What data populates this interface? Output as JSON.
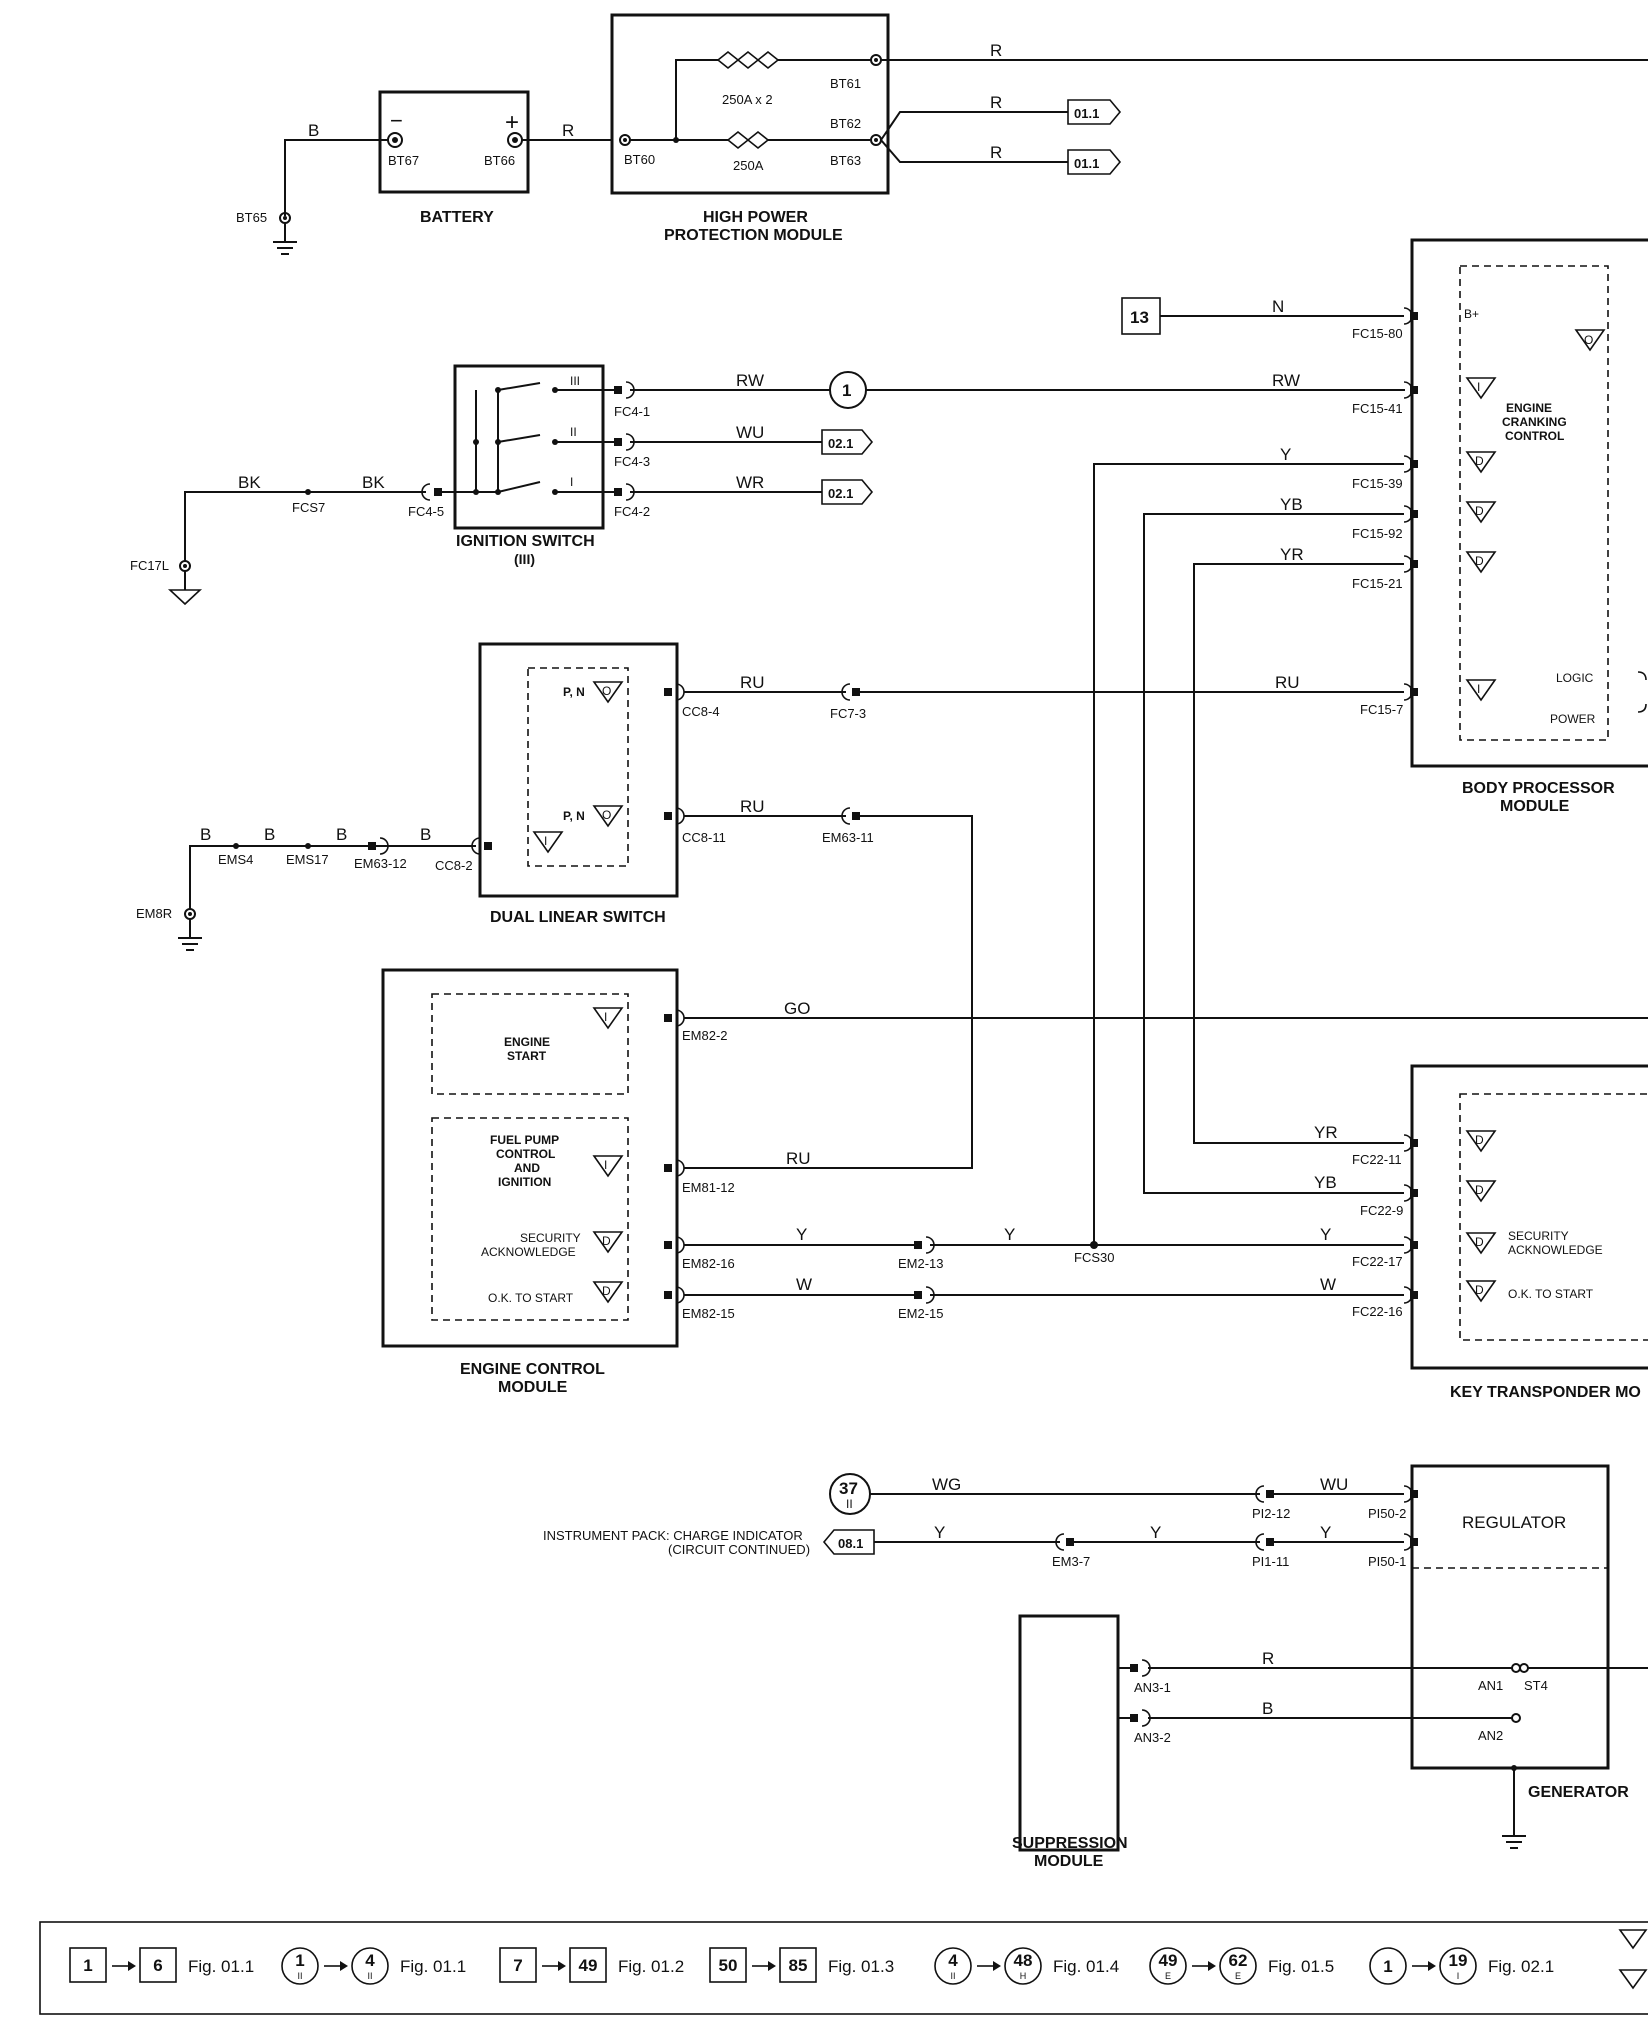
{
  "battery": {
    "title": "BATTERY",
    "neg_pin": "BT67",
    "pos_pin": "BT66",
    "ground": "BT65",
    "neg_wire": "B",
    "pos_wire": "R",
    "neg_symbol": "−",
    "pos_symbol": "+"
  },
  "hppm": {
    "title1": "HIGH POWER",
    "title2": "PROTECTION MODULE",
    "in_pin": "BT60",
    "fuse_a": "250A x 2",
    "fuse_b": "250A",
    "out1": "BT61",
    "out2": "BT62",
    "out3": "BT63",
    "w1": "R",
    "w2": "R",
    "w3": "R",
    "ref1": "01.1",
    "ref2": "01.1"
  },
  "ignition": {
    "title1": "IGNITION SWITCH",
    "title2": "(III)",
    "pin1": "FC4-1",
    "pin3": "FC4-3",
    "pin2": "FC4-2",
    "pin5": "FC4-5",
    "pos3": "III",
    "pos2": "II",
    "pos1": "I",
    "w1": "RW",
    "w3": "WU",
    "w2": "WR",
    "splice": "FCS7",
    "ground": "FC17L",
    "gw1": "BK",
    "gw2": "BK",
    "ref_circle": "1",
    "ref_a": "02.1",
    "ref_b": "02.1"
  },
  "bpm": {
    "title1": "BODY PROCESSOR",
    "title2": "MODULE",
    "inner1": "ENGINE",
    "inner2": "CRANKING",
    "inner3": "CONTROL",
    "bplus": "B+",
    "logic": "LOGIC",
    "power": "POWER",
    "p80": "FC15-80",
    "p41": "FC15-41",
    "p39": "FC15-39",
    "p92": "FC15-92",
    "p21": "FC15-21",
    "p7": "FC15-7",
    "wN": "N",
    "wRW": "RW",
    "wY": "Y",
    "wYB": "YB",
    "wYR": "YR",
    "wRU": "RU",
    "ref13": "13",
    "sym_o": "O",
    "sym_i": "I",
    "sym_d": "D"
  },
  "dls": {
    "title": "DUAL LINEAR SWITCH",
    "pn": "P, N",
    "pin4": "CC8-4",
    "pin11": "CC8-11",
    "pin2": "CC8-2",
    "fc73": "FC7-3",
    "em6311": "EM63-11",
    "em6312": "EM63-12",
    "ems4": "EMS4",
    "ems17": "EMS17",
    "ground": "EM8R",
    "wRU1": "RU",
    "wRU2": "RU",
    "wB1": "B",
    "wB2": "B",
    "wB3": "B",
    "wB4": "B"
  },
  "ecm": {
    "title1": "ENGINE CONTROL",
    "title2": "MODULE",
    "es1": "ENGINE",
    "es2": "START",
    "fp1": "FUEL PUMP",
    "fp2": "CONTROL",
    "fp3": "AND",
    "fp4": "IGNITION",
    "sa1": "SECURITY",
    "sa2": "ACKNOWLEDGE",
    "ok": "O.K. TO START",
    "p2": "EM82-2",
    "p12": "EM81-12",
    "p16": "EM82-16",
    "p15": "EM82-15",
    "wGO": "GO",
    "wRU": "RU",
    "wY1": "Y",
    "wY2": "Y",
    "wW": "W",
    "em213": "EM2-13",
    "em215": "EM2-15",
    "fcs30": "FCS30"
  },
  "ktm": {
    "title": "KEY TRANSPONDER MO",
    "p11": "FC22-11",
    "p9": "FC22-9",
    "p17": "FC22-17",
    "p16": "FC22-16",
    "wYR": "YR",
    "wYB": "YB",
    "wY": "Y",
    "wW": "W",
    "sa1": "SECURITY",
    "sa2": "ACKNOWLEDGE",
    "ok": "O.K. TO START"
  },
  "gen": {
    "title": "GENERATOR",
    "reg": "REGULATOR",
    "p502": "PI50-2",
    "p501": "PI50-1",
    "pi212": "PI2-12",
    "pi111": "PI1-11",
    "em37": "EM3-7",
    "wWG": "WG",
    "wWU": "WU",
    "wY1": "Y",
    "wY2": "Y",
    "wY3": "Y",
    "ref37": "37",
    "ref37sub": "II",
    "ref08": "08.1",
    "note1": "INSTRUMENT PACK: CHARGE INDICATOR",
    "note2": "(CIRCUIT CONTINUED)",
    "an1": "AN1",
    "st4": "ST4",
    "an2": "AN2",
    "wR": "R",
    "wB": "B"
  },
  "supp": {
    "title1": "SUPPRESSION",
    "title2": "MODULE",
    "p1": "AN3-1",
    "p2": "AN3-2"
  },
  "legend": [
    {
      "a": "1",
      "b": "6",
      "fig": "Fig. 01.1",
      "shape": "sq"
    },
    {
      "a": "1",
      "asub": "II",
      "b": "4",
      "bsub": "II",
      "fig": "Fig. 01.1",
      "shape": "ci"
    },
    {
      "a": "7",
      "b": "49",
      "fig": "Fig. 01.2",
      "shape": "sq"
    },
    {
      "a": "50",
      "b": "85",
      "fig": "Fig. 01.3",
      "shape": "sq"
    },
    {
      "a": "4",
      "asub": "II",
      "b": "48",
      "bsub": "H",
      "fig": "Fig. 01.4",
      "shape": "ci"
    },
    {
      "a": "49",
      "asub": "E",
      "b": "62",
      "bsub": "E",
      "fig": "Fig. 01.5",
      "shape": "ci"
    },
    {
      "a": "1",
      "b": "19",
      "bsub": "I",
      "fig": "Fig. 02.1",
      "shape": "ci"
    }
  ]
}
